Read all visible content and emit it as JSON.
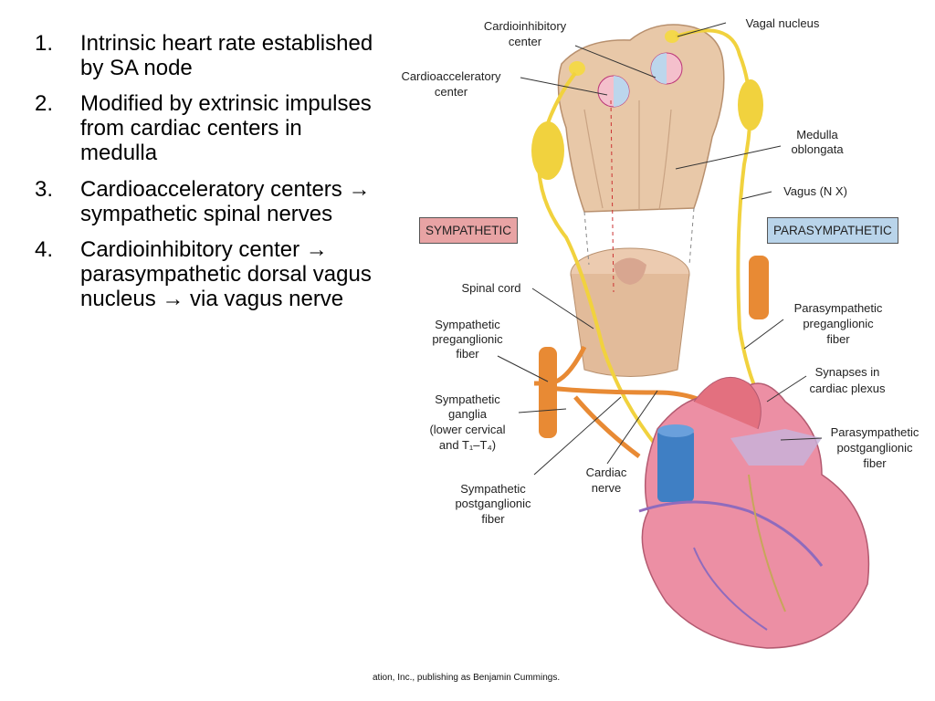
{
  "points": [
    {
      "num": "1.",
      "text": "Intrinsic heart rate established by SA  node"
    },
    {
      "num": "2.",
      "text": "Modified by extrinsic impulses from cardiac centers in medulla"
    },
    {
      "num": "3.",
      "text": "Cardioacceleratory centers → sympathetic spinal nerves"
    },
    {
      "num": "4.",
      "text": "Cardioinhibitory center → parasympathetic dorsal vagus nucleus → via vagus nerve"
    }
  ],
  "labels": {
    "cardioinhibitory_1": "Cardioinhibitory",
    "cardioinhibitory_2": "center",
    "vagal_nucleus": "Vagal nucleus",
    "cardioacc_1": "Cardioacceleratory",
    "cardioacc_2": "center",
    "medulla_1": "Medulla",
    "medulla_2": "oblongata",
    "vagus": "Vagus (N X)",
    "sympathetic": "SYMPATHETIC",
    "parasympathetic": "PARASYMPATHETIC",
    "spinal_cord": "Spinal cord",
    "symp_pre_1": "Sympathetic",
    "symp_pre_2": "preganglionic",
    "symp_pre_3": "fiber",
    "symp_gang_1": "Sympathetic",
    "symp_gang_2": "ganglia",
    "symp_gang_3": "(lower cervical",
    "symp_gang_4": "and T₁–T₄)",
    "symp_post_1": "Sympathetic",
    "symp_post_2": "postganglionic",
    "symp_post_3": "fiber",
    "cardiac_nerve_1": "Cardiac",
    "cardiac_nerve_2": "nerve",
    "para_pre_1": "Parasympathetic",
    "para_pre_2": "preganglionic",
    "para_pre_3": "fiber",
    "synapses_1": "Synapses in",
    "synapses_2": "cardiac plexus",
    "para_post_1": "Parasympathetic",
    "para_post_2": "postganglionic",
    "para_post_3": "fiber"
  },
  "credit": "ation, Inc., publishing as Benjamin Cummings."
}
